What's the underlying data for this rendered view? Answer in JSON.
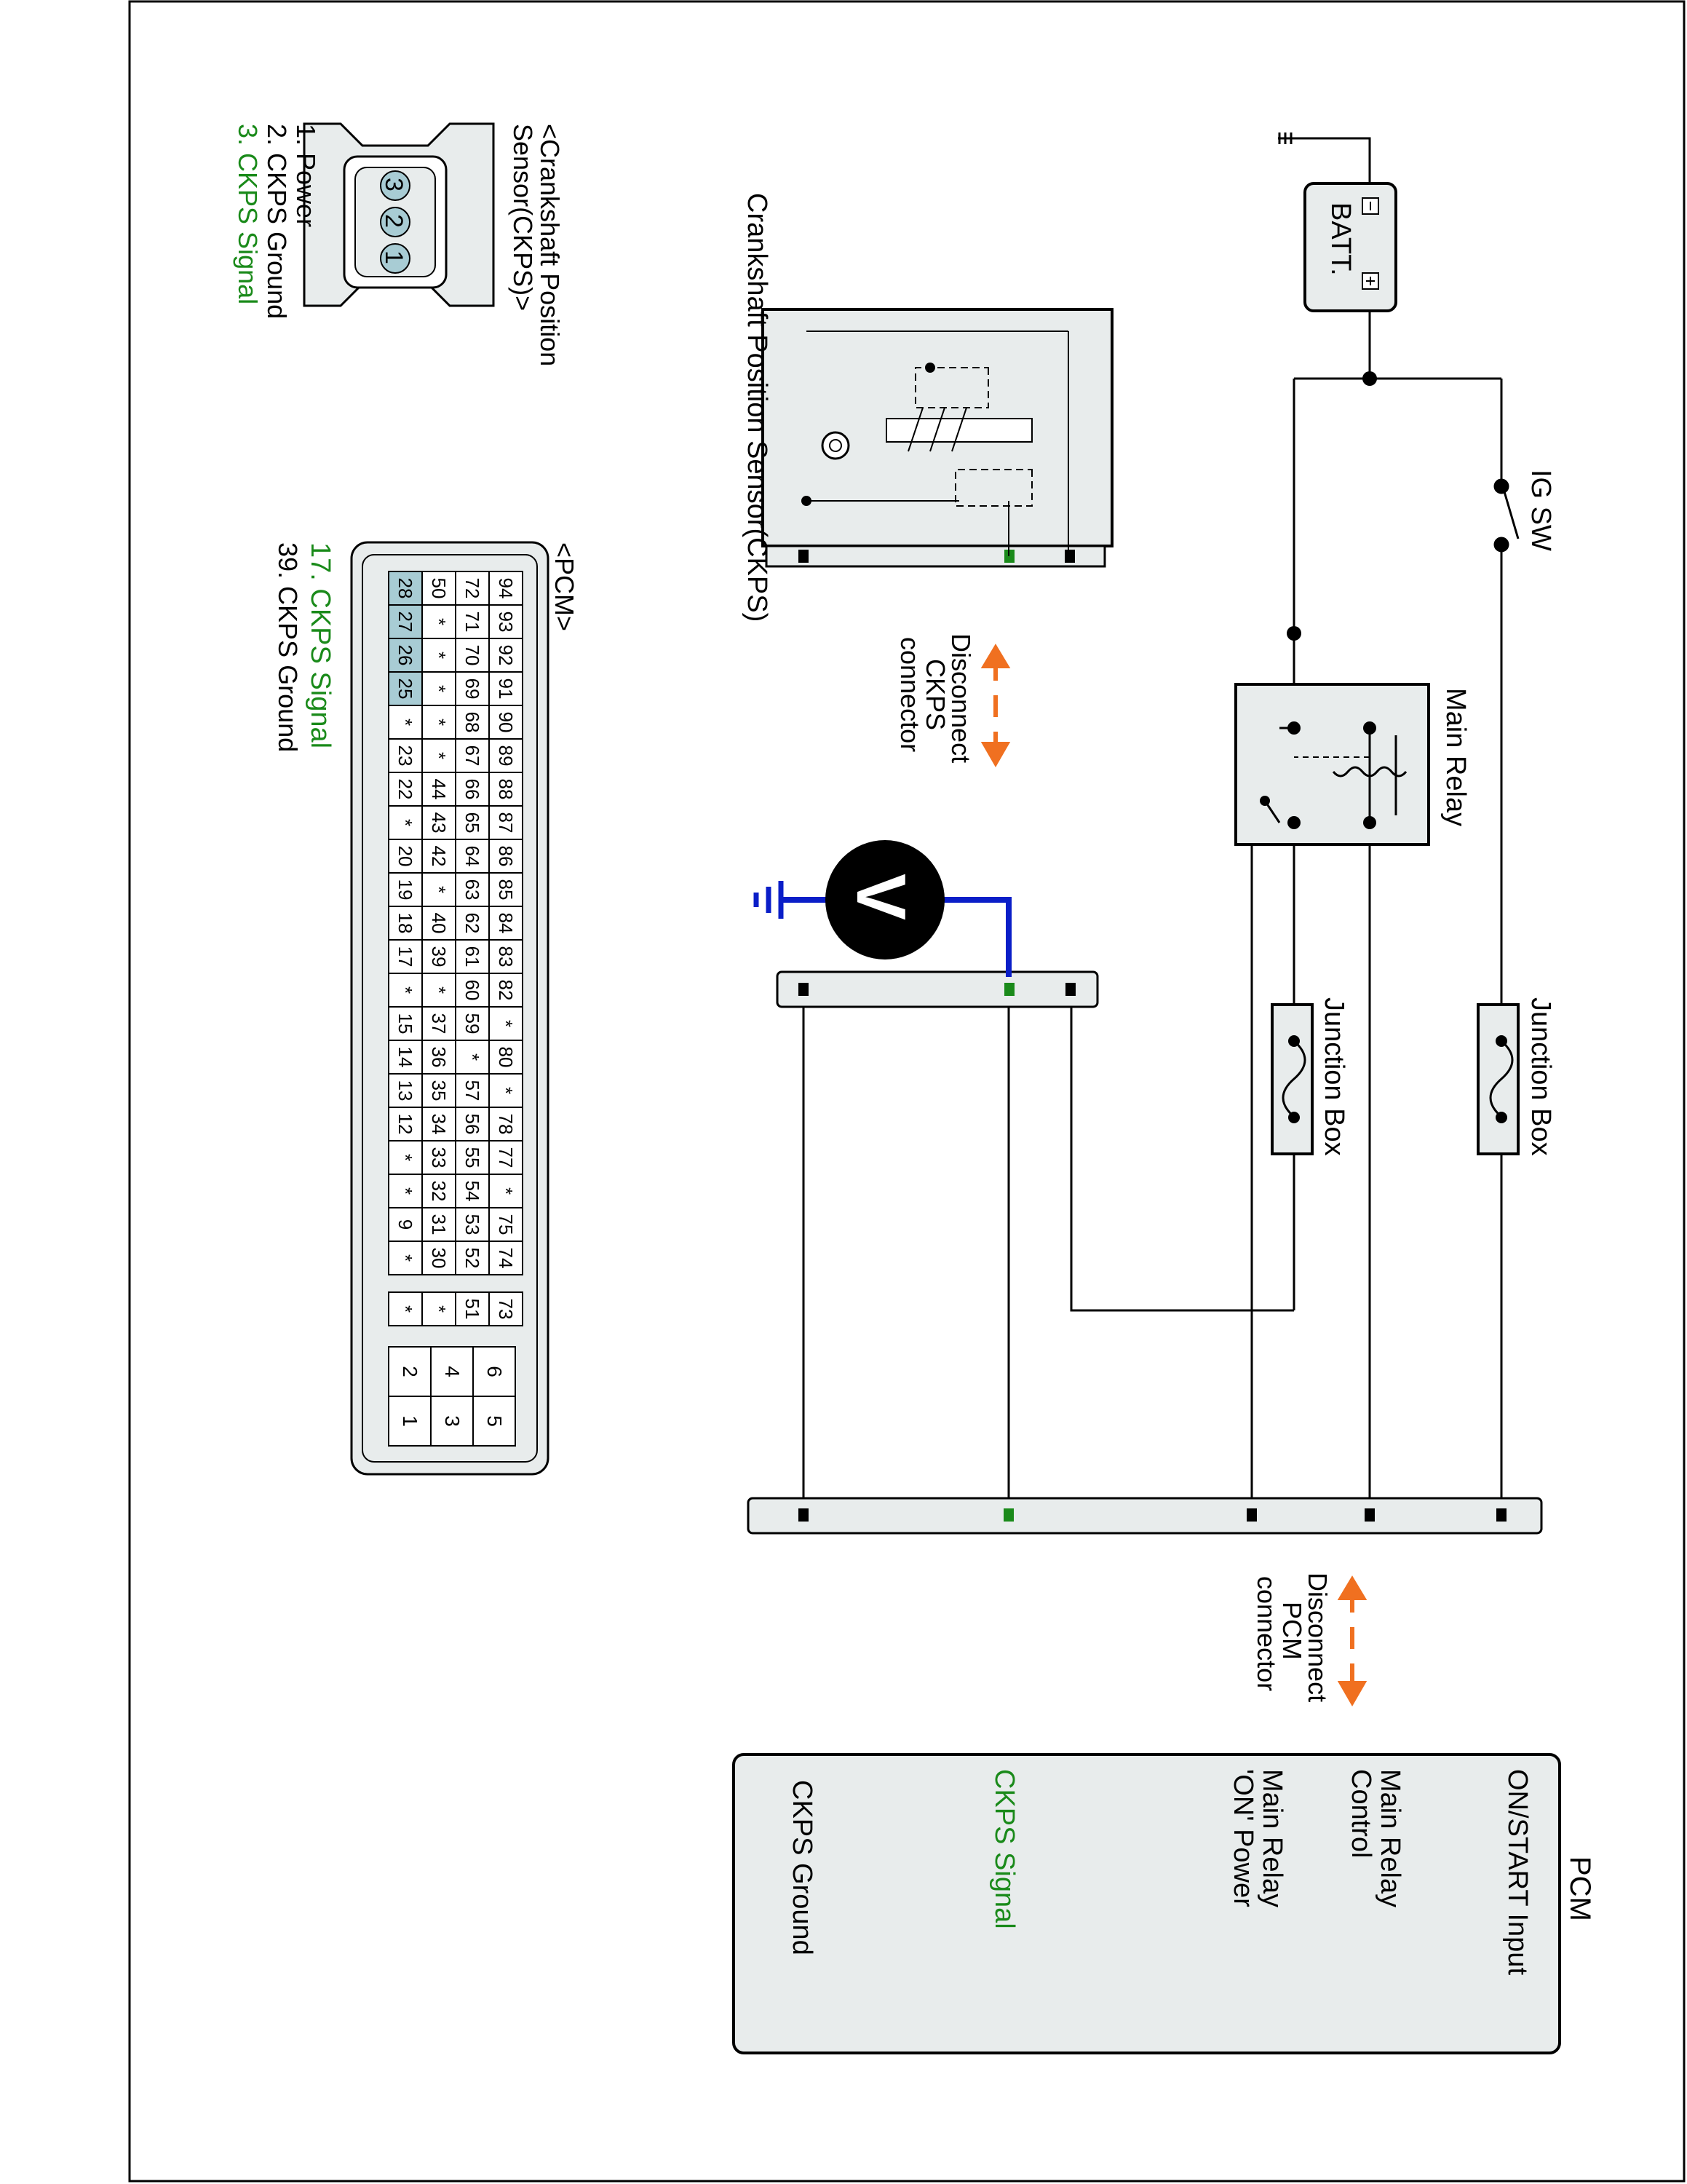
{
  "colors": {
    "wire": "#000000",
    "meter_wire": "#0a1ec8",
    "signal_text": "#1a8a1a",
    "signal_pin": "#1a8a1a",
    "arrow": "#f07020",
    "box_fill": "#e8ecec",
    "pin_highlight": "#a8ccd4"
  },
  "circuit": {
    "ig_sw": "IG SW",
    "battery": "BATT.",
    "main_relay": "Main Relay",
    "junction_box_1": "Junction Box",
    "junction_box_2": "Junction Box",
    "ckps_title": "Crankshaft Position Sensor(CKPS)",
    "disconnect_ckps": [
      "Disconnect",
      "CKPS",
      "connector"
    ],
    "disconnect_pcm": [
      "Disconnect",
      "PCM",
      "connector"
    ],
    "voltmeter": "V",
    "pcm_title": "PCM",
    "pcm_labels": {
      "on_start": "ON/START Input",
      "relay_control": [
        "Main Relay",
        "Control"
      ],
      "relay_power": [
        "Main Relay",
        "'ON' Power"
      ],
      "ckps_signal": "CKPS Signal",
      "ckps_ground": "CKPS Ground"
    }
  },
  "ckps_connector": {
    "title": [
      "<Crankshaft Position",
      "Sensor(CKPS)>"
    ],
    "pins": [
      "3",
      "2",
      "1"
    ],
    "legend": [
      {
        "text": "1. Power",
        "highlight": false
      },
      {
        "text": "2. CKPS Ground",
        "highlight": false
      },
      {
        "text": "3. CKPS Signal",
        "highlight": true
      }
    ]
  },
  "pcm_connector": {
    "title": "<PCM>",
    "legend": [
      {
        "text": "17. CKPS Signal",
        "highlight": true
      },
      {
        "text": "39. CKPS Ground",
        "highlight": false
      }
    ],
    "rows": [
      [
        "94",
        "93",
        "92",
        "91",
        "90",
        "89",
        "88",
        "87",
        "86",
        "85",
        "84",
        "83",
        "82",
        "*",
        "80",
        "*",
        "78",
        "77",
        "*",
        "75",
        "74",
        "73"
      ],
      [
        "72",
        "71",
        "70",
        "69",
        "68",
        "67",
        "66",
        "65",
        "64",
        "63",
        "62",
        "61",
        "60",
        "59",
        "*",
        "57",
        "56",
        "55",
        "54",
        "53",
        "52",
        "51"
      ],
      [
        "50",
        "*",
        "*",
        "*",
        "*",
        "*",
        "44",
        "43",
        "42",
        "*",
        "40",
        "39",
        "*",
        "37",
        "36",
        "35",
        "34",
        "33",
        "32",
        "31",
        "30",
        "*"
      ],
      [
        "28",
        "27",
        "26",
        "25",
        "*",
        "23",
        "22",
        "*",
        "20",
        "19",
        "18",
        "17",
        "*",
        "15",
        "14",
        "13",
        "12",
        "*",
        "*",
        "9",
        "*",
        "*"
      ]
    ],
    "highlighted": [
      "28",
      "27",
      "26",
      "25"
    ],
    "power_pins": [
      [
        "6",
        "5"
      ],
      [
        "4",
        "3"
      ],
      [
        "2",
        "1"
      ]
    ]
  }
}
